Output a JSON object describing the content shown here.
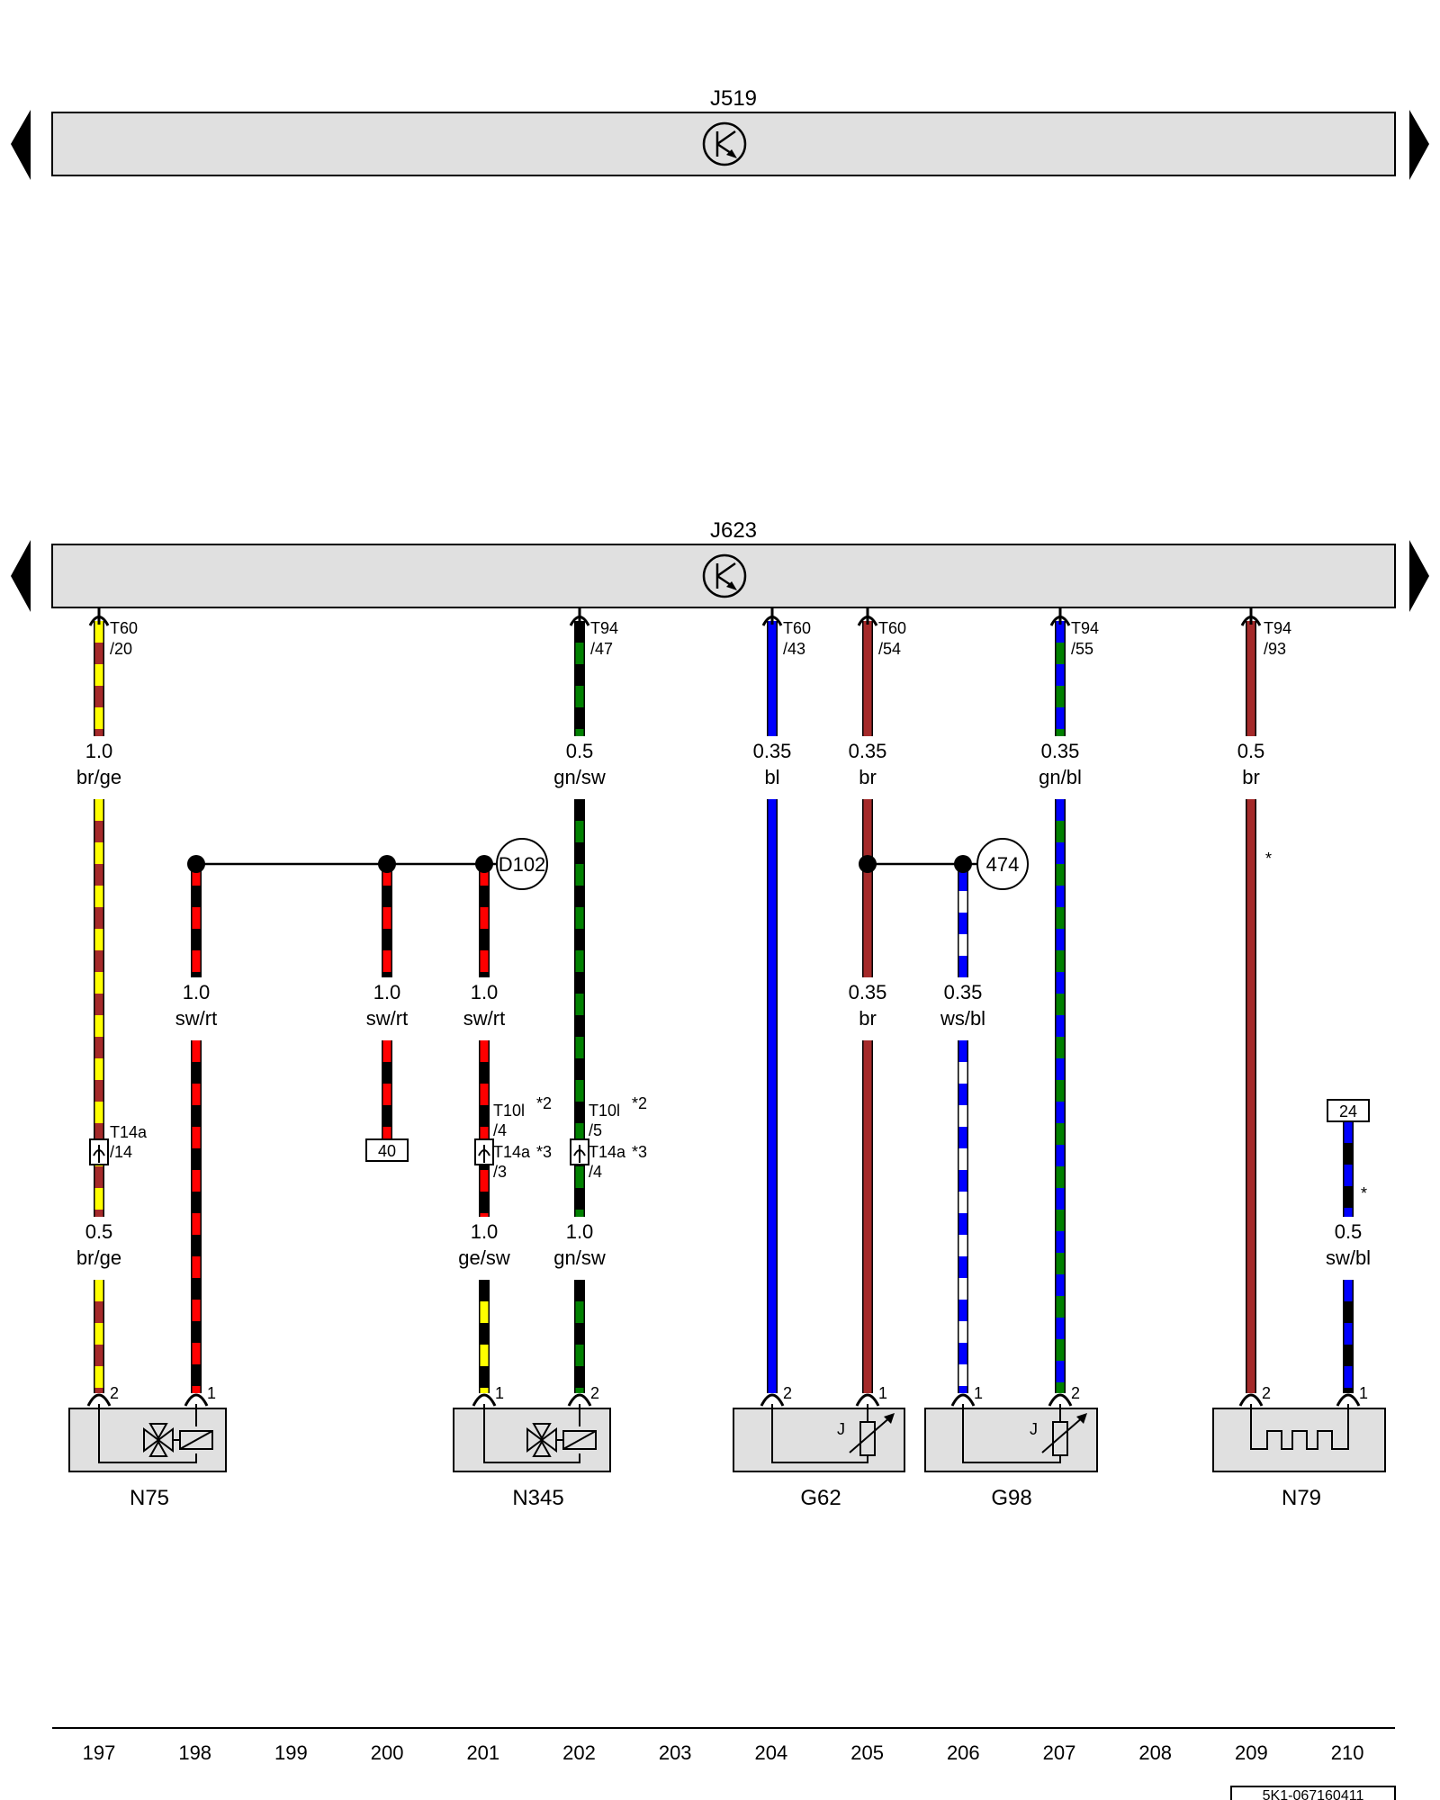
{
  "colors": {
    "br": "#a52a2a",
    "ge": "#ffff00",
    "sw": "#000000",
    "rt": "#ff0000",
    "gn": "#008000",
    "bl": "#0000ff",
    "ws": "#ffffff",
    "module_fill": "#e0e0e0",
    "component_fill": "#e0e0e0"
  },
  "modules": [
    {
      "id": "j519",
      "name": "J519"
    },
    {
      "id": "j623",
      "name": "J623"
    }
  ],
  "connectors": [
    {
      "id": "t60-20",
      "line1": "T60",
      "line2": "/20"
    },
    {
      "id": "t94-47",
      "line1": "T94",
      "line2": "/47"
    },
    {
      "id": "t60-43",
      "line1": "T60",
      "line2": "/43"
    },
    {
      "id": "t60-54",
      "line1": "T60",
      "line2": "/54"
    },
    {
      "id": "t94-55",
      "line1": "T94",
      "line2": "/55"
    },
    {
      "id": "t94-93",
      "line1": "T94",
      "line2": "/93"
    }
  ],
  "wires": [
    {
      "id": "w197a",
      "size": "1.0",
      "color": "br/ge"
    },
    {
      "id": "w202a",
      "size": "0.5",
      "color": "gn/sw"
    },
    {
      "id": "w204",
      "size": "0.35",
      "color": "bl"
    },
    {
      "id": "w205a",
      "size": "0.35",
      "color": "br"
    },
    {
      "id": "w207",
      "size": "0.35",
      "color": "gn/bl"
    },
    {
      "id": "w209",
      "size": "0.5",
      "color": "br"
    },
    {
      "id": "w198",
      "size": "1.0",
      "color": "sw/rt"
    },
    {
      "id": "w200",
      "size": "1.0",
      "color": "sw/rt"
    },
    {
      "id": "w201a",
      "size": "1.0",
      "color": "sw/rt"
    },
    {
      "id": "w205b",
      "size": "0.35",
      "color": "br"
    },
    {
      "id": "w206",
      "size": "0.35",
      "color": "ws/bl"
    },
    {
      "id": "w197b",
      "size": "0.5",
      "color": "br/ge"
    },
    {
      "id": "w201b",
      "size": "1.0",
      "color": "ge/sw"
    },
    {
      "id": "w202b",
      "size": "1.0",
      "color": "gn/sw"
    },
    {
      "id": "w210",
      "size": "0.5",
      "color": "sw/bl"
    }
  ],
  "refs": {
    "d102": "D102",
    "r474": "474",
    "ref40": "40",
    "ref24": "24"
  },
  "inline_connectors": {
    "t14a-14": {
      "line1": "T14a",
      "line2": "/14"
    },
    "t10l-4": {
      "line1": "T10l",
      "line2": "/4",
      "note": "*2"
    },
    "t14a-3": {
      "line1": "T14a",
      "line2": "/3",
      "note": "*3"
    },
    "t10l-5": {
      "line1": "T10l",
      "line2": "/5",
      "note": "*2"
    },
    "t14a-4": {
      "line1": "T14a",
      "line2": "/4",
      "note": "*3"
    }
  },
  "notes": {
    "star": "*"
  },
  "components": [
    {
      "id": "n75",
      "name": "N75",
      "pins": [
        "2",
        "1"
      ]
    },
    {
      "id": "n345",
      "name": "N345",
      "pins": [
        "1",
        "2"
      ]
    },
    {
      "id": "g62",
      "name": "G62",
      "pins": [
        "2",
        "1"
      ],
      "symbol_label": "J"
    },
    {
      "id": "g98",
      "name": "G98",
      "pins": [
        "1",
        "2"
      ],
      "symbol_label": "J"
    },
    {
      "id": "n79",
      "name": "N79",
      "pins": [
        "2",
        "1"
      ]
    }
  ],
  "columns": [
    "197",
    "198",
    "199",
    "200",
    "201",
    "202",
    "203",
    "204",
    "205",
    "206",
    "207",
    "208",
    "209",
    "210"
  ],
  "doc_id": "5K1-067160411"
}
